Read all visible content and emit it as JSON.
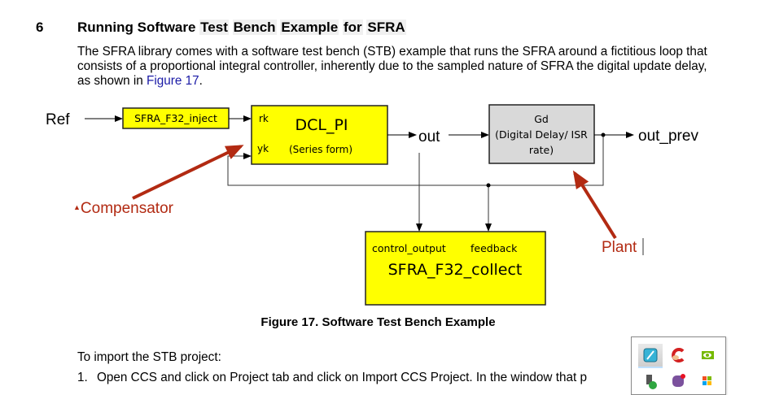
{
  "section": {
    "number": "6",
    "title_plain": "Running Software ",
    "title_highlight_words": [
      "Test",
      "Bench",
      "Example",
      "for",
      "SFRA"
    ]
  },
  "intro": {
    "text_before_link": "The SFRA library comes with a software test bench (STB) example that runs the SFRA around a fictitious loop that consists of a proportional integral controller, inherently due to the sampled nature of SFRA the digital update delay, as shown in ",
    "link_text": "Figure 17",
    "text_after_link": "."
  },
  "diagram": {
    "ref_label": "Ref",
    "inject_block": "SFRA_F32_inject",
    "pi_block": {
      "title": "DCL_PI",
      "subtitle": "(Series form)",
      "input_rk": "rk",
      "input_yk": "yk"
    },
    "out_label": "out",
    "gd_block": {
      "line1": "Gd",
      "line2": "(Digital Delay/ ISR",
      "line3": "rate)"
    },
    "out_prev_label": "out_prev",
    "collect_block": {
      "title": "SFRA_F32_collect",
      "port_control": "control_output",
      "port_feedback": "feedback"
    },
    "annotations": {
      "compensator": "Compensator",
      "plant": "Plant"
    },
    "colors": {
      "block_yellow": "#ffff00",
      "block_gray": "#d9d9d9",
      "annotation_red": "#b22a12"
    }
  },
  "caption": "Figure 17. Software Test Bench Example",
  "import_intro": "To import the STB project:",
  "steps": [
    {
      "num": "1.",
      "text": "Open CCS and click on Project tab and click on Import CCS Project. In the window that p"
    }
  ],
  "tray_popup": {
    "icons": [
      "pen-app-icon",
      "ccleaner-icon",
      "nvidia-icon",
      "usb-safely-remove-icon",
      "viber-icon",
      "windows-update-icon"
    ]
  }
}
